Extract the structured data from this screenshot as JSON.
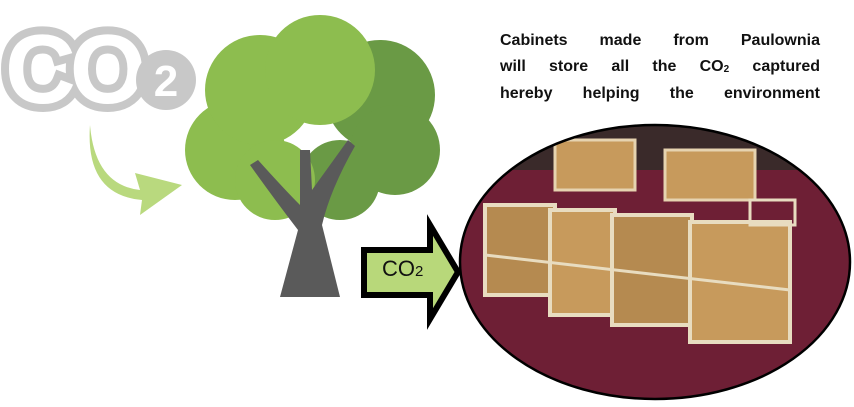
{
  "logo": {
    "text": "CO",
    "subscript": "2"
  },
  "caption": {
    "line1": "Cabinets made from Paulownia",
    "line2_pre": "will store all the CO",
    "line2_sub": "2",
    "line2_post": " captured",
    "line3": "hereby helping the environment"
  },
  "arrow": {
    "text": "CO",
    "subscript": "2"
  },
  "colors": {
    "logo_gray": "#c8c8c8",
    "tree_light": "#8dbd4f",
    "tree_dark": "#6a9a45",
    "trunk": "#5a5a5a",
    "arrow_fill": "#b8d87a",
    "floor": "#6e1f35",
    "wood": "#c79a5c"
  }
}
